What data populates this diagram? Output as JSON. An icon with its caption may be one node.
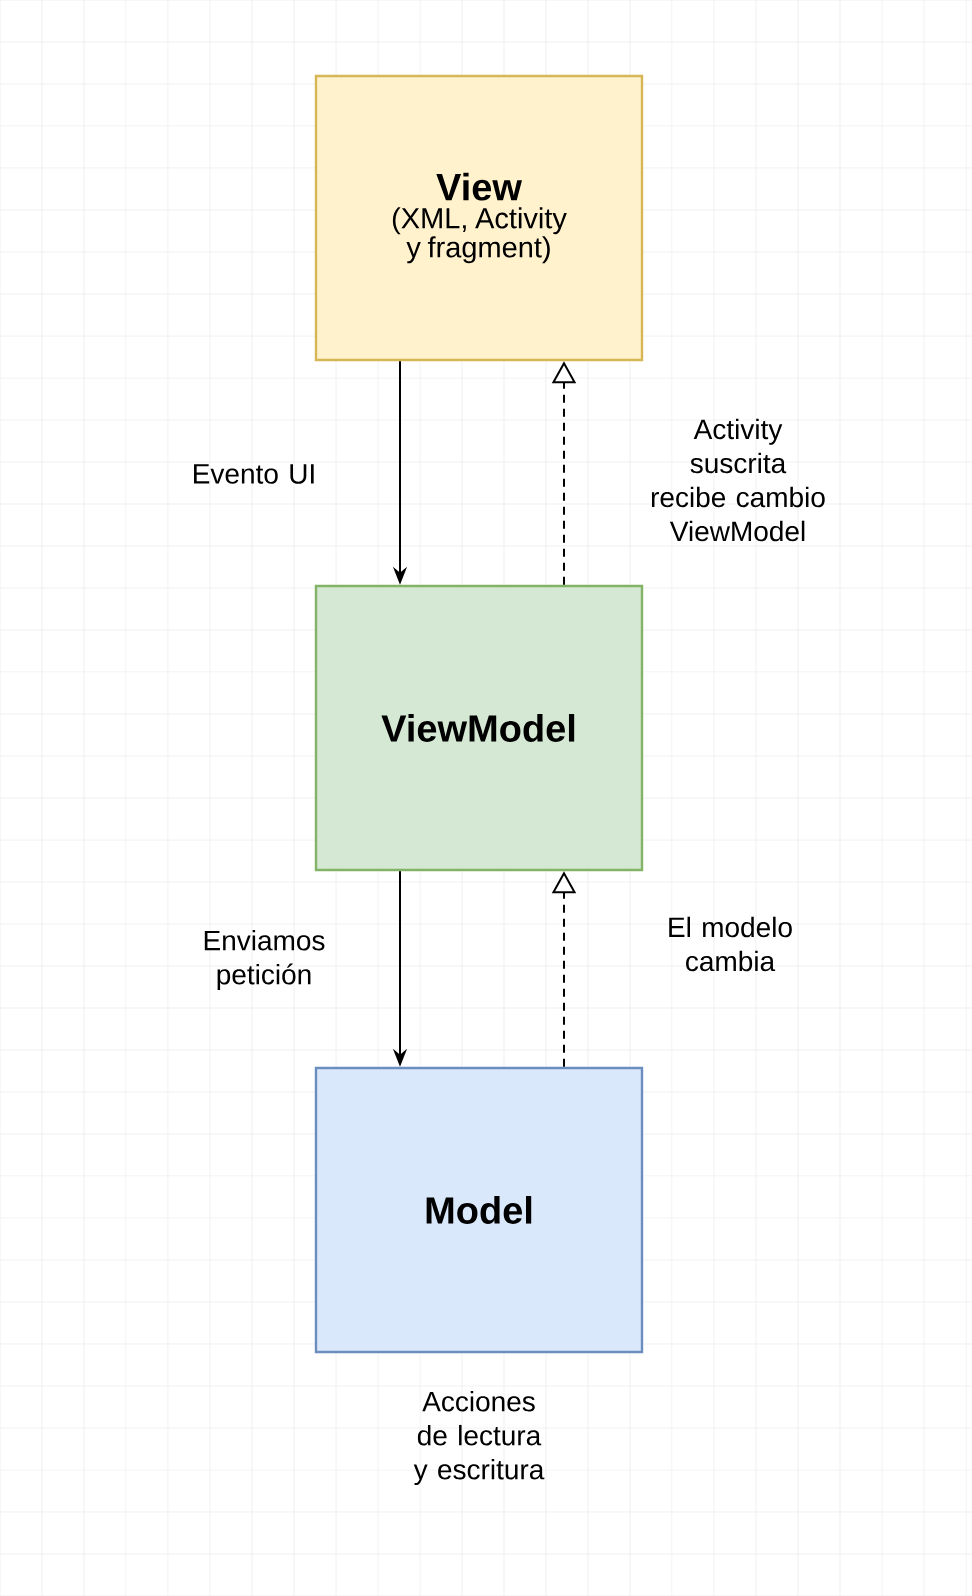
{
  "diagram": {
    "nodes": [
      {
        "text": [
          "View",
          "(XML, Activity y fragment)"
        ]
      },
      {
        "text": [
          "ViewModel"
        ]
      },
      {
        "text": [
          "Model"
        ],
        "beside": [
          "Acciones de lectura y escritura"
        ]
      }
    ],
    "edges": [
      {
        "from": 0,
        "to": 1,
        "arrow": "to",
        "label": "Evento UI"
      },
      {
        "from": 1,
        "to": 0,
        "arrow": "to",
        "style": "dashed",
        "label": "Activity suscrita recibe cambio ViewModel"
      },
      {
        "from": 1,
        "to": 2,
        "arrow": "to",
        "label": "Enviamos petición"
      },
      {
        "from": 2,
        "to": 1,
        "arrow": "to",
        "style": "dashed",
        "label": "El modelo cambia"
      }
    ]
  }
}
